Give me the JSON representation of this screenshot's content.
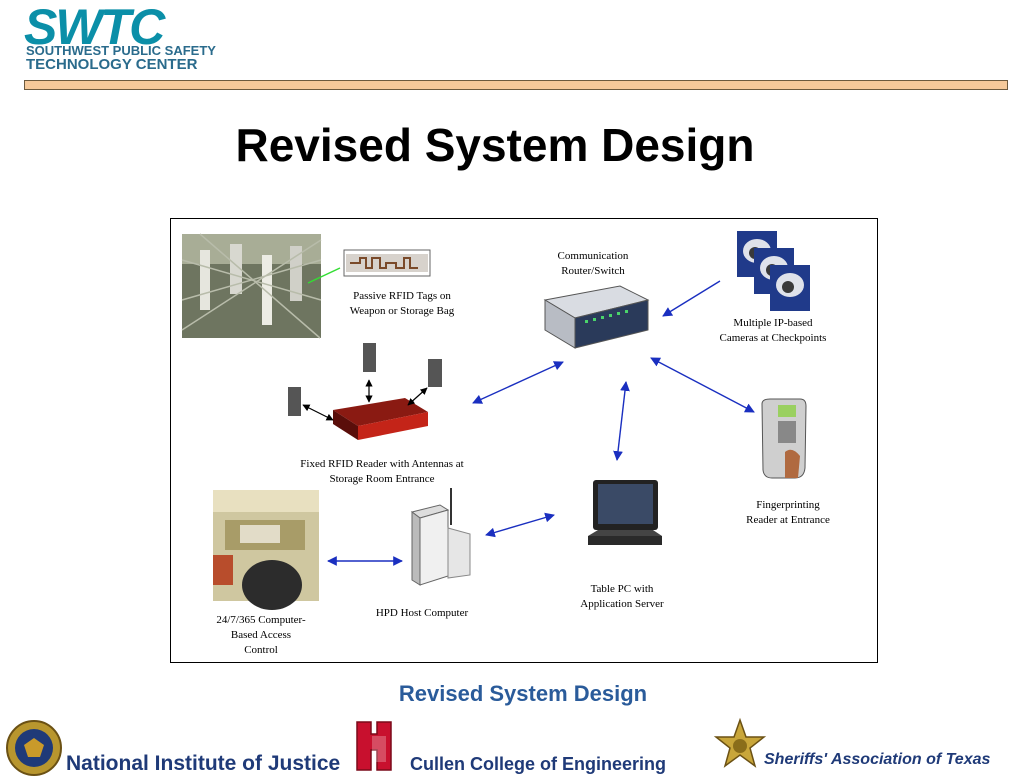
{
  "header": {
    "logo_text": "SWTC",
    "logo_sub_line1": "SOUTHWEST PUBLIC SAFETY",
    "logo_sub_line2": "TECHNOLOGY CENTER"
  },
  "title": "Revised System Design",
  "diagram": {
    "nodes": {
      "rfid_tags": [
        "Passive RFID Tags on",
        "Weapon or Storage Bag"
      ],
      "router": [
        "Communication",
        "Router/Switch"
      ],
      "cameras": [
        "Multiple IP-based",
        "Cameras at Checkpoints"
      ],
      "rfid_reader": [
        "Fixed RFID Reader with Antennas at",
        "Storage Room Entrance"
      ],
      "fingerprint": [
        "Fingerprinting",
        "Reader at Entrance"
      ],
      "tablet": [
        "Table PC with",
        "Application Server"
      ],
      "hpd_host": [
        "HPD Host Computer"
      ],
      "access_control": [
        "24/7/365 Computer-",
        "Based Access",
        "Control"
      ]
    }
  },
  "caption": "Revised System Design",
  "footer": {
    "nij": "National Institute of Justice",
    "cullen": "Cullen College of Engineering",
    "sheriffs": "Sheriffs' Association of Texas"
  },
  "colors": {
    "title_bar": "#f6c99a",
    "caption": "#2a5b9a",
    "arrow": "#1a2fc0",
    "logo": "#0b8fa8",
    "uh_red": "#c8102e"
  }
}
